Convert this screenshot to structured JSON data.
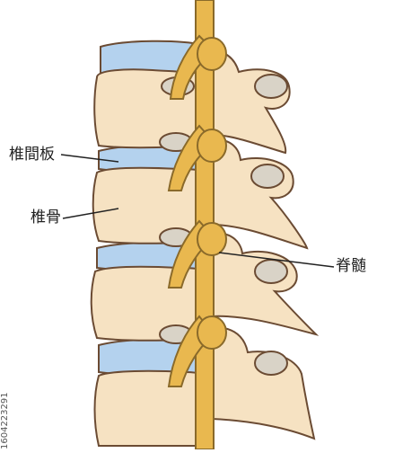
{
  "diagram": {
    "labels": {
      "intervertebral_disc": "椎間板",
      "vertebral_body": "椎骨",
      "spinal_cord": "脊髄"
    },
    "colors": {
      "bone": "#f6e2c2",
      "bone_outline": "#6b4b33",
      "disc": "#b4d2ee",
      "nerve": "#e9b84f",
      "nerve_outline": "#8a6a2a",
      "facet": "#d9d3c7",
      "leader_line": "#222222"
    }
  },
  "stock_id": "1604223291"
}
